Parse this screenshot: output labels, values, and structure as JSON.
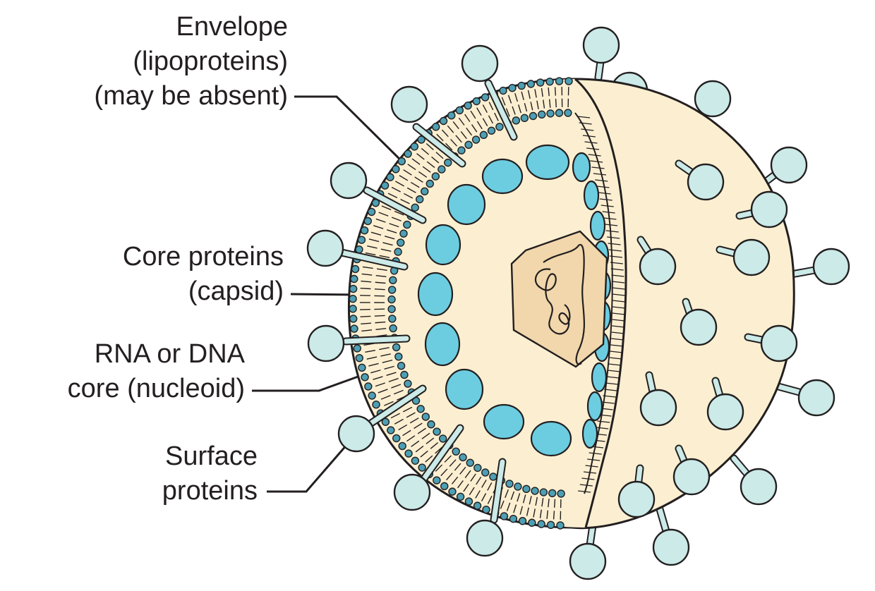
{
  "labels": {
    "envelope": [
      "Envelope",
      "(lipoproteins)",
      "(may be absent)"
    ],
    "core_proteins": [
      "Core proteins",
      "(capsid)"
    ],
    "nucleoid": [
      "RNA or DNA",
      "core (nucleoid)"
    ],
    "surface_proteins": [
      "Surface",
      "proteins"
    ]
  },
  "colors": {
    "background": "#ffffff",
    "virus_body": "#fcefd1",
    "nucleoid_fill": "#f1d7ab",
    "capsomere": "#6ccde0",
    "surface_protein": "#cbeae8",
    "envelope_bead": "#4d9fb4",
    "outline": "#231f20"
  },
  "icons": {
    "surface_protein": "lollipop-glycoprotein",
    "capsomere": "ellipse-subunit",
    "envelope_bead": "lipid-head-bead"
  }
}
